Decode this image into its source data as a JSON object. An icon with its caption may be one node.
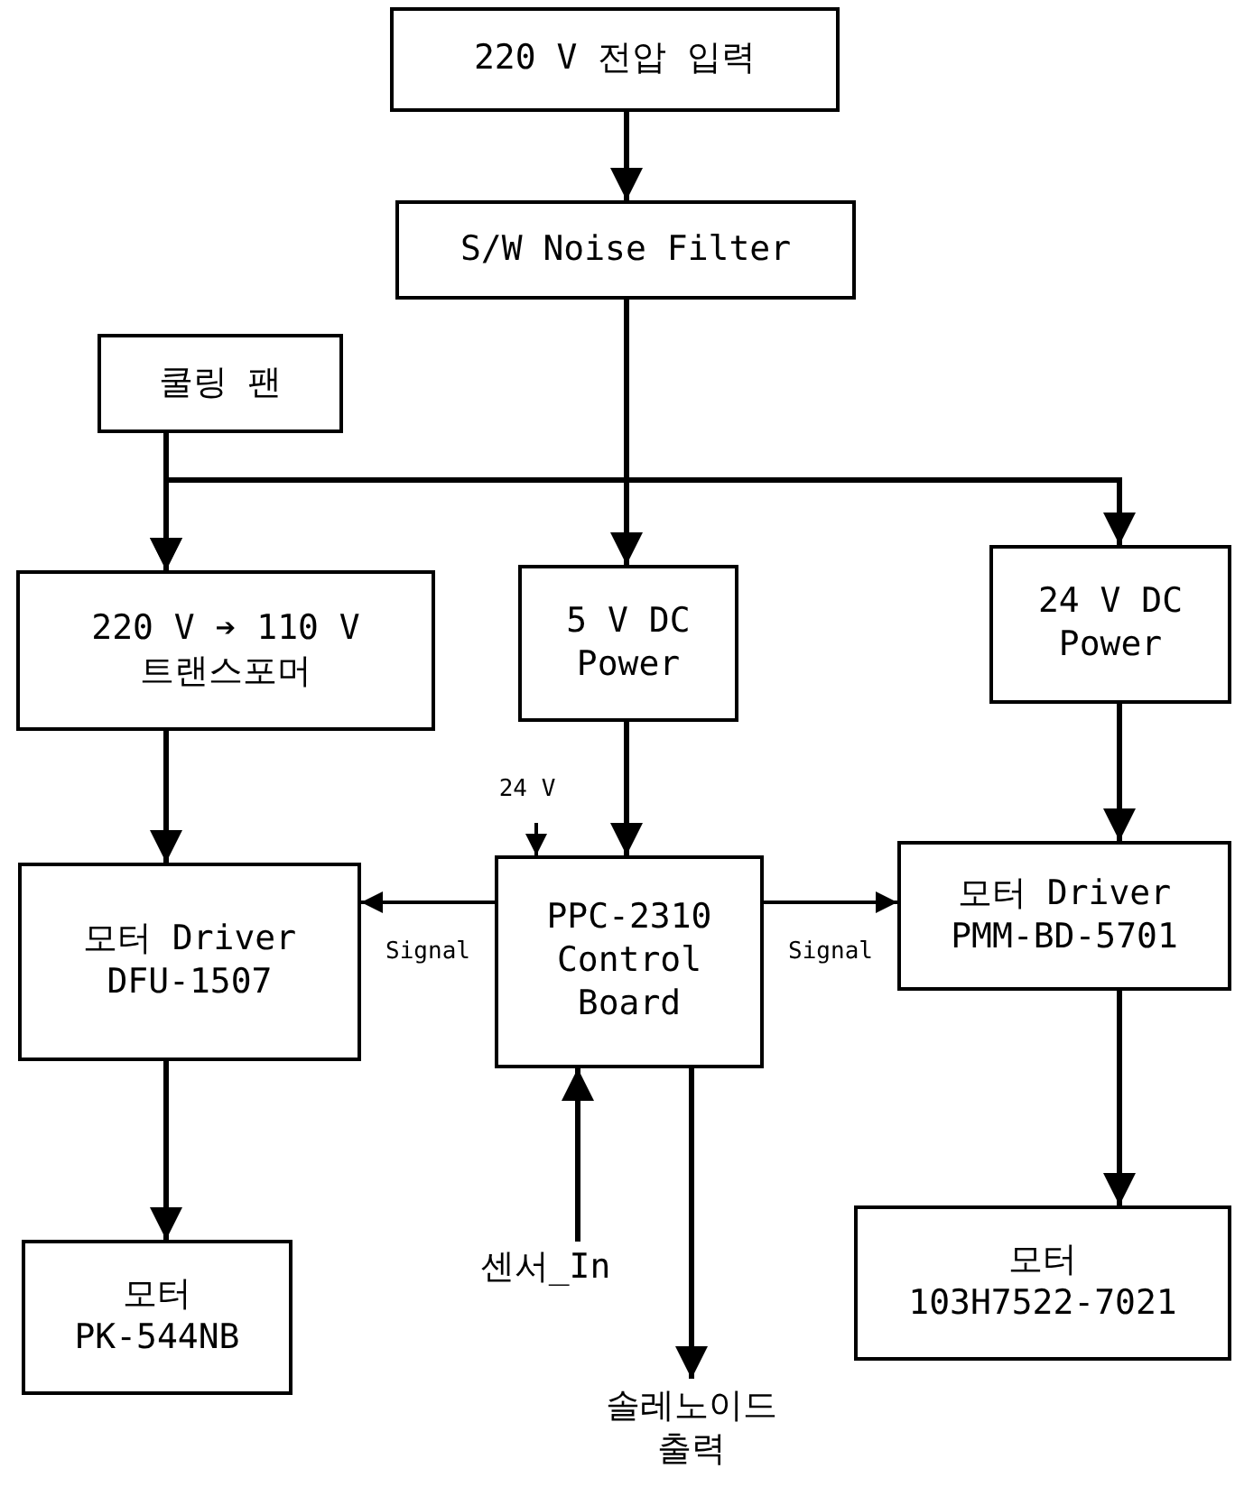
{
  "diagram": {
    "nodes": [
      {
        "text": [
          "220 V 전압 입력"
        ]
      },
      {
        "text": [
          "S/W Noise Filter"
        ]
      },
      {
        "text": [
          "쿨링 팬"
        ]
      },
      {
        "text": [
          "220 V ➔ 110 V",
          "트랜스포머"
        ]
      },
      {
        "text": [
          "5 V DC Power"
        ]
      },
      {
        "text": [
          "24 V DC Power"
        ]
      },
      {
        "text": [
          "모터 Driver",
          "DFU-1507"
        ]
      },
      {
        "text": [
          "PPC-2310 Control Board"
        ]
      },
      {
        "text": [
          "모터 Driver",
          "PMM-BD-5701"
        ]
      },
      {
        "text": [
          "모터",
          "PK-544NB"
        ]
      },
      {
        "text": [
          "모터",
          "103H7522-7021"
        ]
      },
      {
        "text": [
          "센서_In"
        ]
      },
      {
        "text": [
          "솔레노이드 출력"
        ]
      }
    ],
    "edges": [
      {
        "from": 0,
        "to": 1,
        "arrow": "to"
      },
      {
        "from": 1,
        "to": 3,
        "arrow": "to"
      },
      {
        "from": 1,
        "to": 4,
        "arrow": "to"
      },
      {
        "from": 1,
        "to": 5,
        "arrow": "to"
      },
      {
        "from": 2,
        "to": 3,
        "arrow": "to"
      },
      {
        "from": 3,
        "to": 6,
        "arrow": "to"
      },
      {
        "from": 4,
        "to": 7,
        "arrow": "to"
      },
      {
        "from": 5,
        "to": 8,
        "arrow": "to"
      },
      {
        "from": 7,
        "to": 6,
        "arrow": "to",
        "label": "Signal"
      },
      {
        "from": 7,
        "to": 8,
        "arrow": "to",
        "label": "Signal"
      },
      {
        "from": null,
        "to": 7,
        "arrow": "to",
        "label": "24 V"
      },
      {
        "from": 6,
        "to": 9,
        "arrow": "to"
      },
      {
        "from": 8,
        "to": 10,
        "arrow": "to"
      },
      {
        "from": 11,
        "to": 7,
        "arrow": "to"
      },
      {
        "from": 7,
        "to": 12,
        "arrow": "to"
      }
    ]
  }
}
